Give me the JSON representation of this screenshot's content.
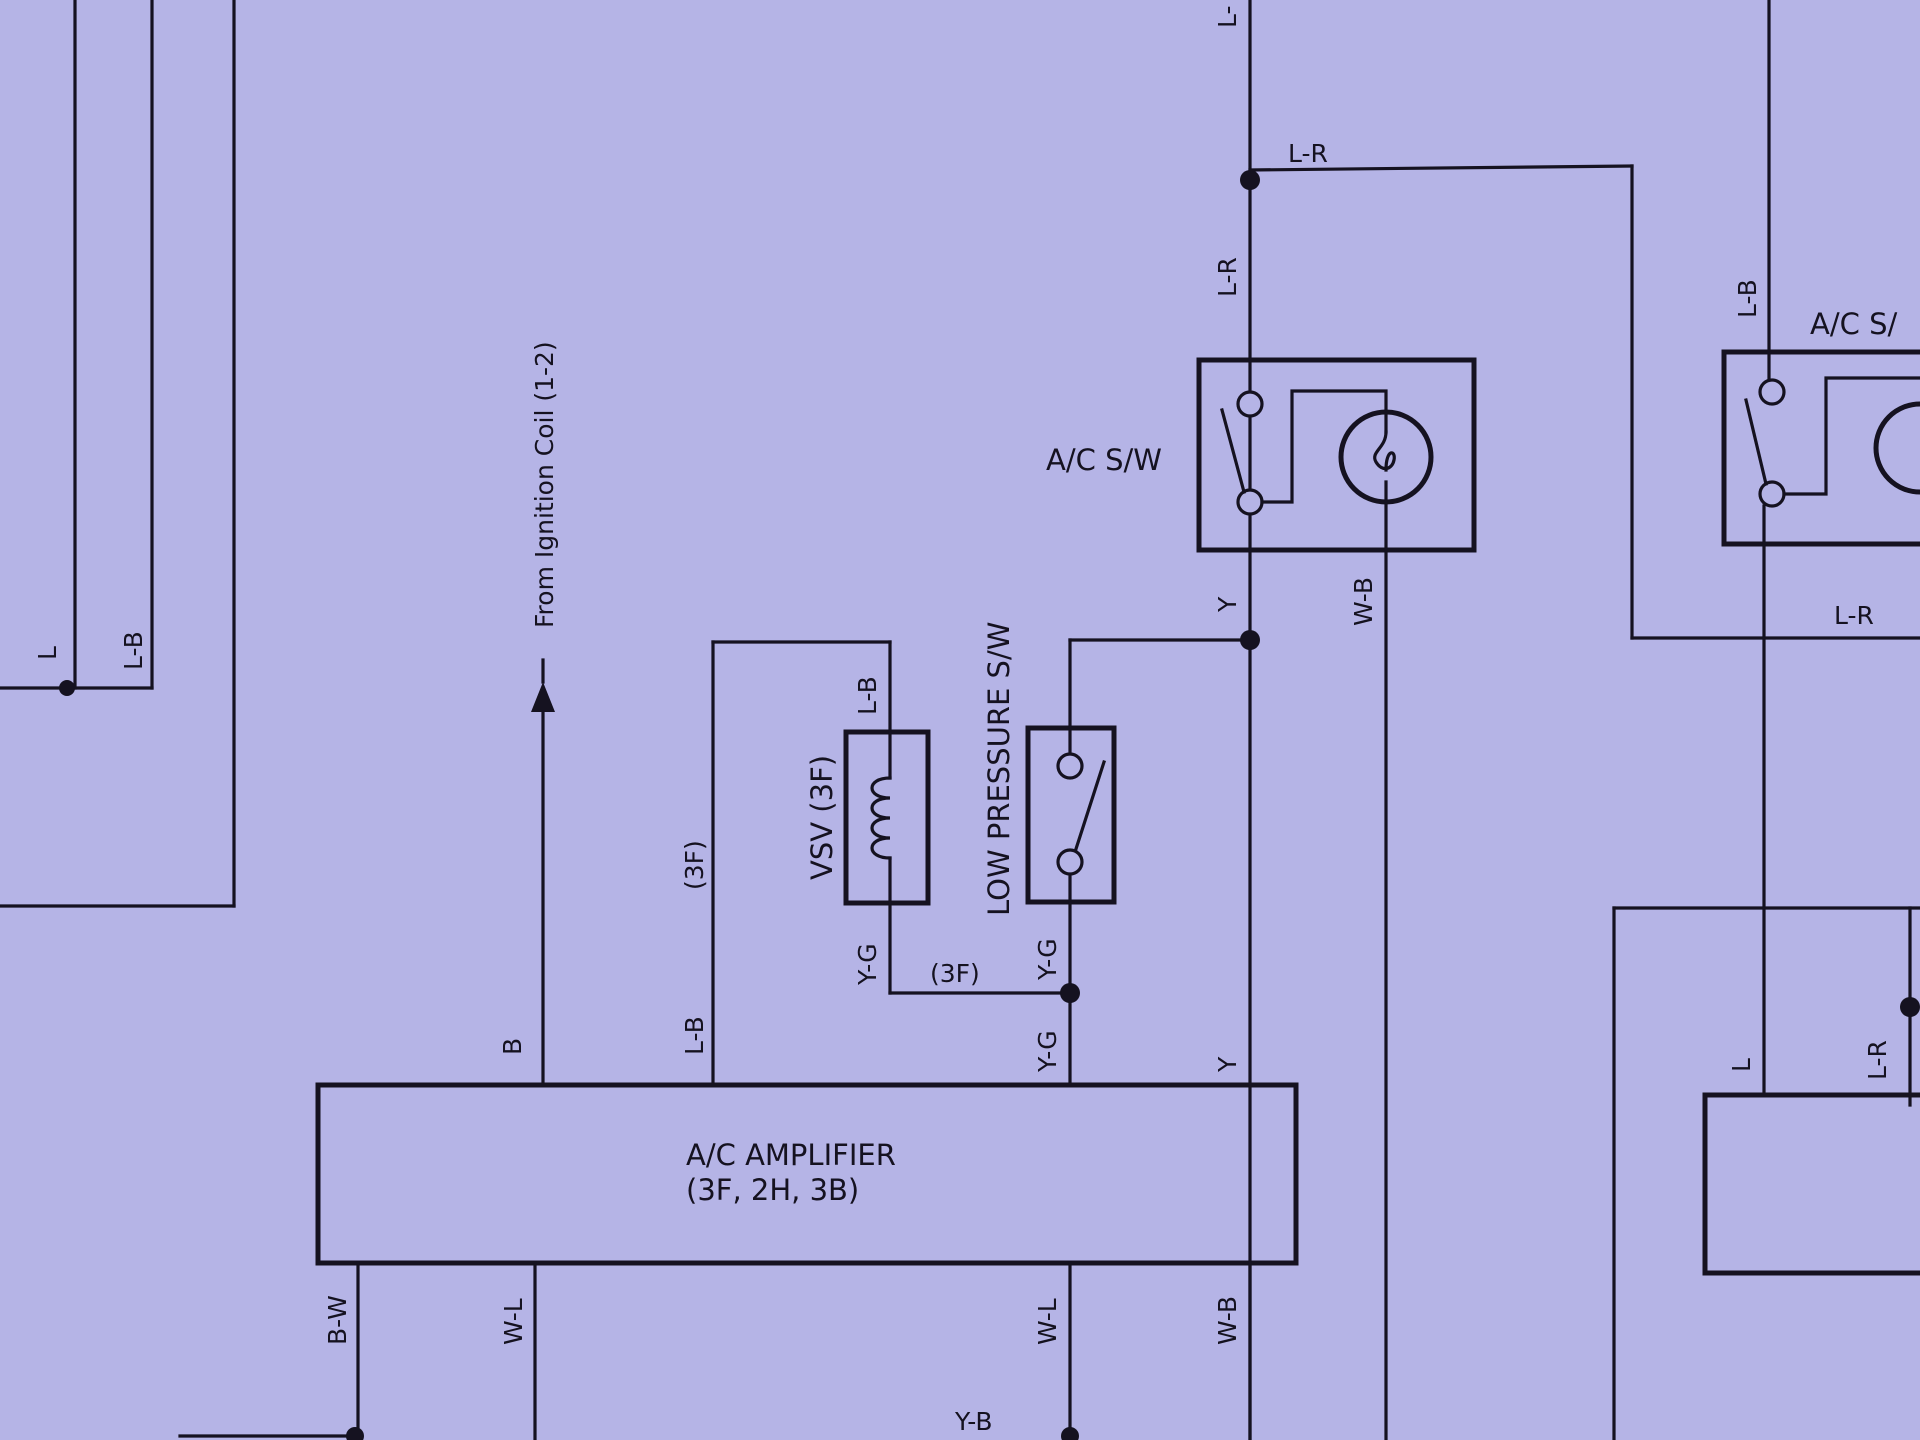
{
  "colors": {
    "paper": "#b5b4e6",
    "ink": "#151220"
  },
  "components": {
    "amplifier": {
      "name": "A/C AMPLIFIER",
      "codes": "(3F, 2H, 3B)"
    },
    "ac_switch": {
      "label": "A/C S/W"
    },
    "ac_switch_right": {
      "label": "A/C S/"
    },
    "low_pressure": {
      "label": "LOW PRESSURE S/W"
    },
    "vsv": {
      "label": "VSV (3F)"
    },
    "ignition": {
      "label": "From Ignition Coil (1-2)"
    }
  },
  "wires": {
    "l_left": "L",
    "lb_left": "L-B",
    "b": "B",
    "lb_amp": "L-B",
    "f3_vertical": "(3F)",
    "lb_vsv": "L-B",
    "yg_vsv": "Y-G",
    "f3_horizontal": "(3F)",
    "yg_lps": "Y-G",
    "yg_amp": "Y-G",
    "y_amp": "Y",
    "y_switch": "Y",
    "lr_top_h": "L-R",
    "lr_top_v": "L-R",
    "top_cut": "L-",
    "wb_switch": "W-B",
    "lb_right": "L-B",
    "lr_right_h": "L-R",
    "l_right": "L",
    "lr_right_v": "L-R",
    "bw": "B-W",
    "wl_1": "W-L",
    "wl_2": "W-L",
    "wb_amp": "W-B",
    "yb": "Y-B"
  }
}
